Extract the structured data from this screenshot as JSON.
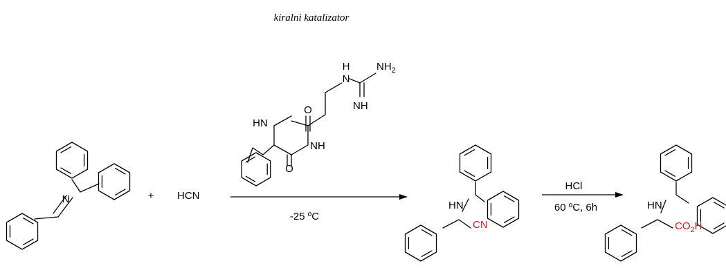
{
  "caption": "kiralni katalizator",
  "reagents": {
    "plus": "+",
    "hcn": "HCN"
  },
  "imine": {
    "n_label": "N"
  },
  "catalyst": {
    "o_top": "O",
    "o_bottom": "O",
    "hn": "HN",
    "nh_ring": "NH",
    "h_guan": "H",
    "n_guan": "N",
    "nh2_main": "NH",
    "nh2_sub": "2",
    "nh_imino": "NH"
  },
  "step1": {
    "condition": "-25 ºC"
  },
  "step2": {
    "reagent": "HCl",
    "condition": "60 ºC, 6h"
  },
  "product1": {
    "hn": "HN",
    "cn": "CN"
  },
  "product2": {
    "hn": "HN",
    "co2h_a": "CO",
    "co2h_sub": "2",
    "co2h_b": "H"
  },
  "colors": {
    "highlight": "#e0141e",
    "ink": "#000000"
  }
}
